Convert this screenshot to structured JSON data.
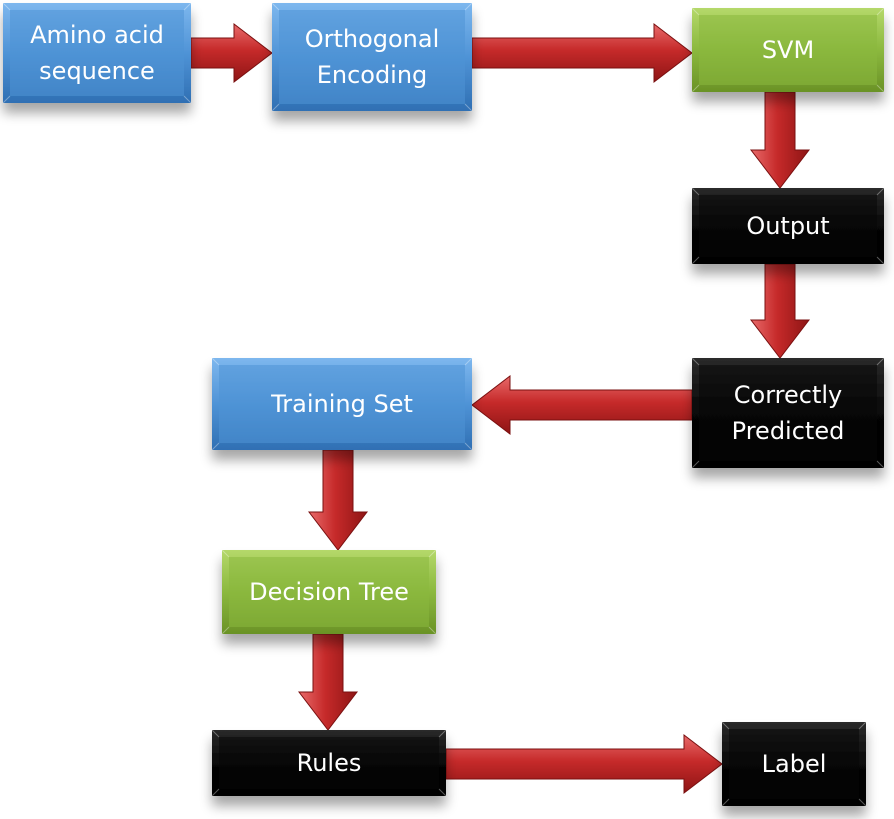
{
  "colors": {
    "blue": "#4f93d6",
    "green": "#8bb83e",
    "black": "#070707",
    "arrow": "#c62a2a",
    "text_light": "#ffffff"
  },
  "nodes": [
    {
      "id": "amino",
      "lines": [
        "Amino acid",
        "sequence"
      ],
      "color": "blue"
    },
    {
      "id": "orthogonal",
      "lines": [
        "Orthogonal",
        "Encoding"
      ],
      "color": "blue"
    },
    {
      "id": "svm",
      "lines": [
        "SVM"
      ],
      "color": "green"
    },
    {
      "id": "output",
      "lines": [
        "Output"
      ],
      "color": "black"
    },
    {
      "id": "correct",
      "lines": [
        "Correctly",
        "Predicted"
      ],
      "color": "black"
    },
    {
      "id": "training",
      "lines": [
        "Training Set"
      ],
      "color": "blue"
    },
    {
      "id": "decision",
      "lines": [
        "Decision Tree"
      ],
      "color": "green"
    },
    {
      "id": "rules",
      "lines": [
        "Rules"
      ],
      "color": "black"
    },
    {
      "id": "label",
      "lines": [
        "Label"
      ],
      "color": "black"
    }
  ],
  "edges": [
    {
      "from": "amino",
      "to": "orthogonal"
    },
    {
      "from": "orthogonal",
      "to": "svm"
    },
    {
      "from": "svm",
      "to": "output"
    },
    {
      "from": "output",
      "to": "correct"
    },
    {
      "from": "correct",
      "to": "training"
    },
    {
      "from": "training",
      "to": "decision"
    },
    {
      "from": "decision",
      "to": "rules"
    },
    {
      "from": "rules",
      "to": "label"
    }
  ]
}
